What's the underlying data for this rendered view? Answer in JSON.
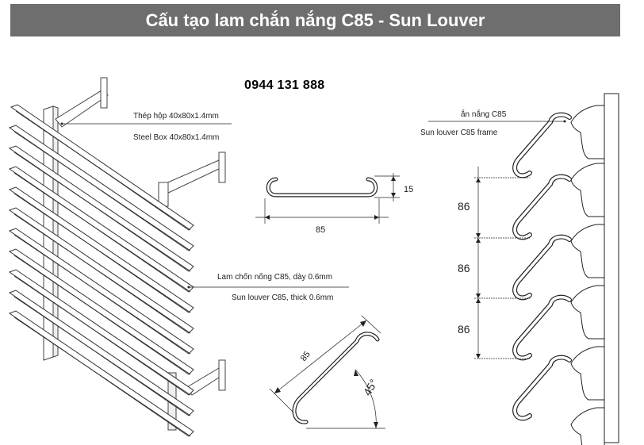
{
  "header": {
    "title": "Cấu tạo lam chắn nắng C85 - Sun Louver"
  },
  "contact": {
    "phone": "0944 131 888"
  },
  "assembly": {
    "steel_box_vi": "Thép hộp 40x80x1.4mm",
    "steel_box_en": "Steel Box 40x80x1.4mm",
    "louver_vi": "Lam chốn nống C85, dày 0.6mm",
    "louver_en": "Sun louver C85, thick 0.6mm"
  },
  "profile": {
    "height": "15",
    "width": "85"
  },
  "angled_profile": {
    "length": "85",
    "angle": "45°"
  },
  "frame": {
    "label_vi": "ắn nắng C85",
    "label_en": "Sun louver C85 frame",
    "spacings": [
      "86",
      "86",
      "86"
    ]
  }
}
